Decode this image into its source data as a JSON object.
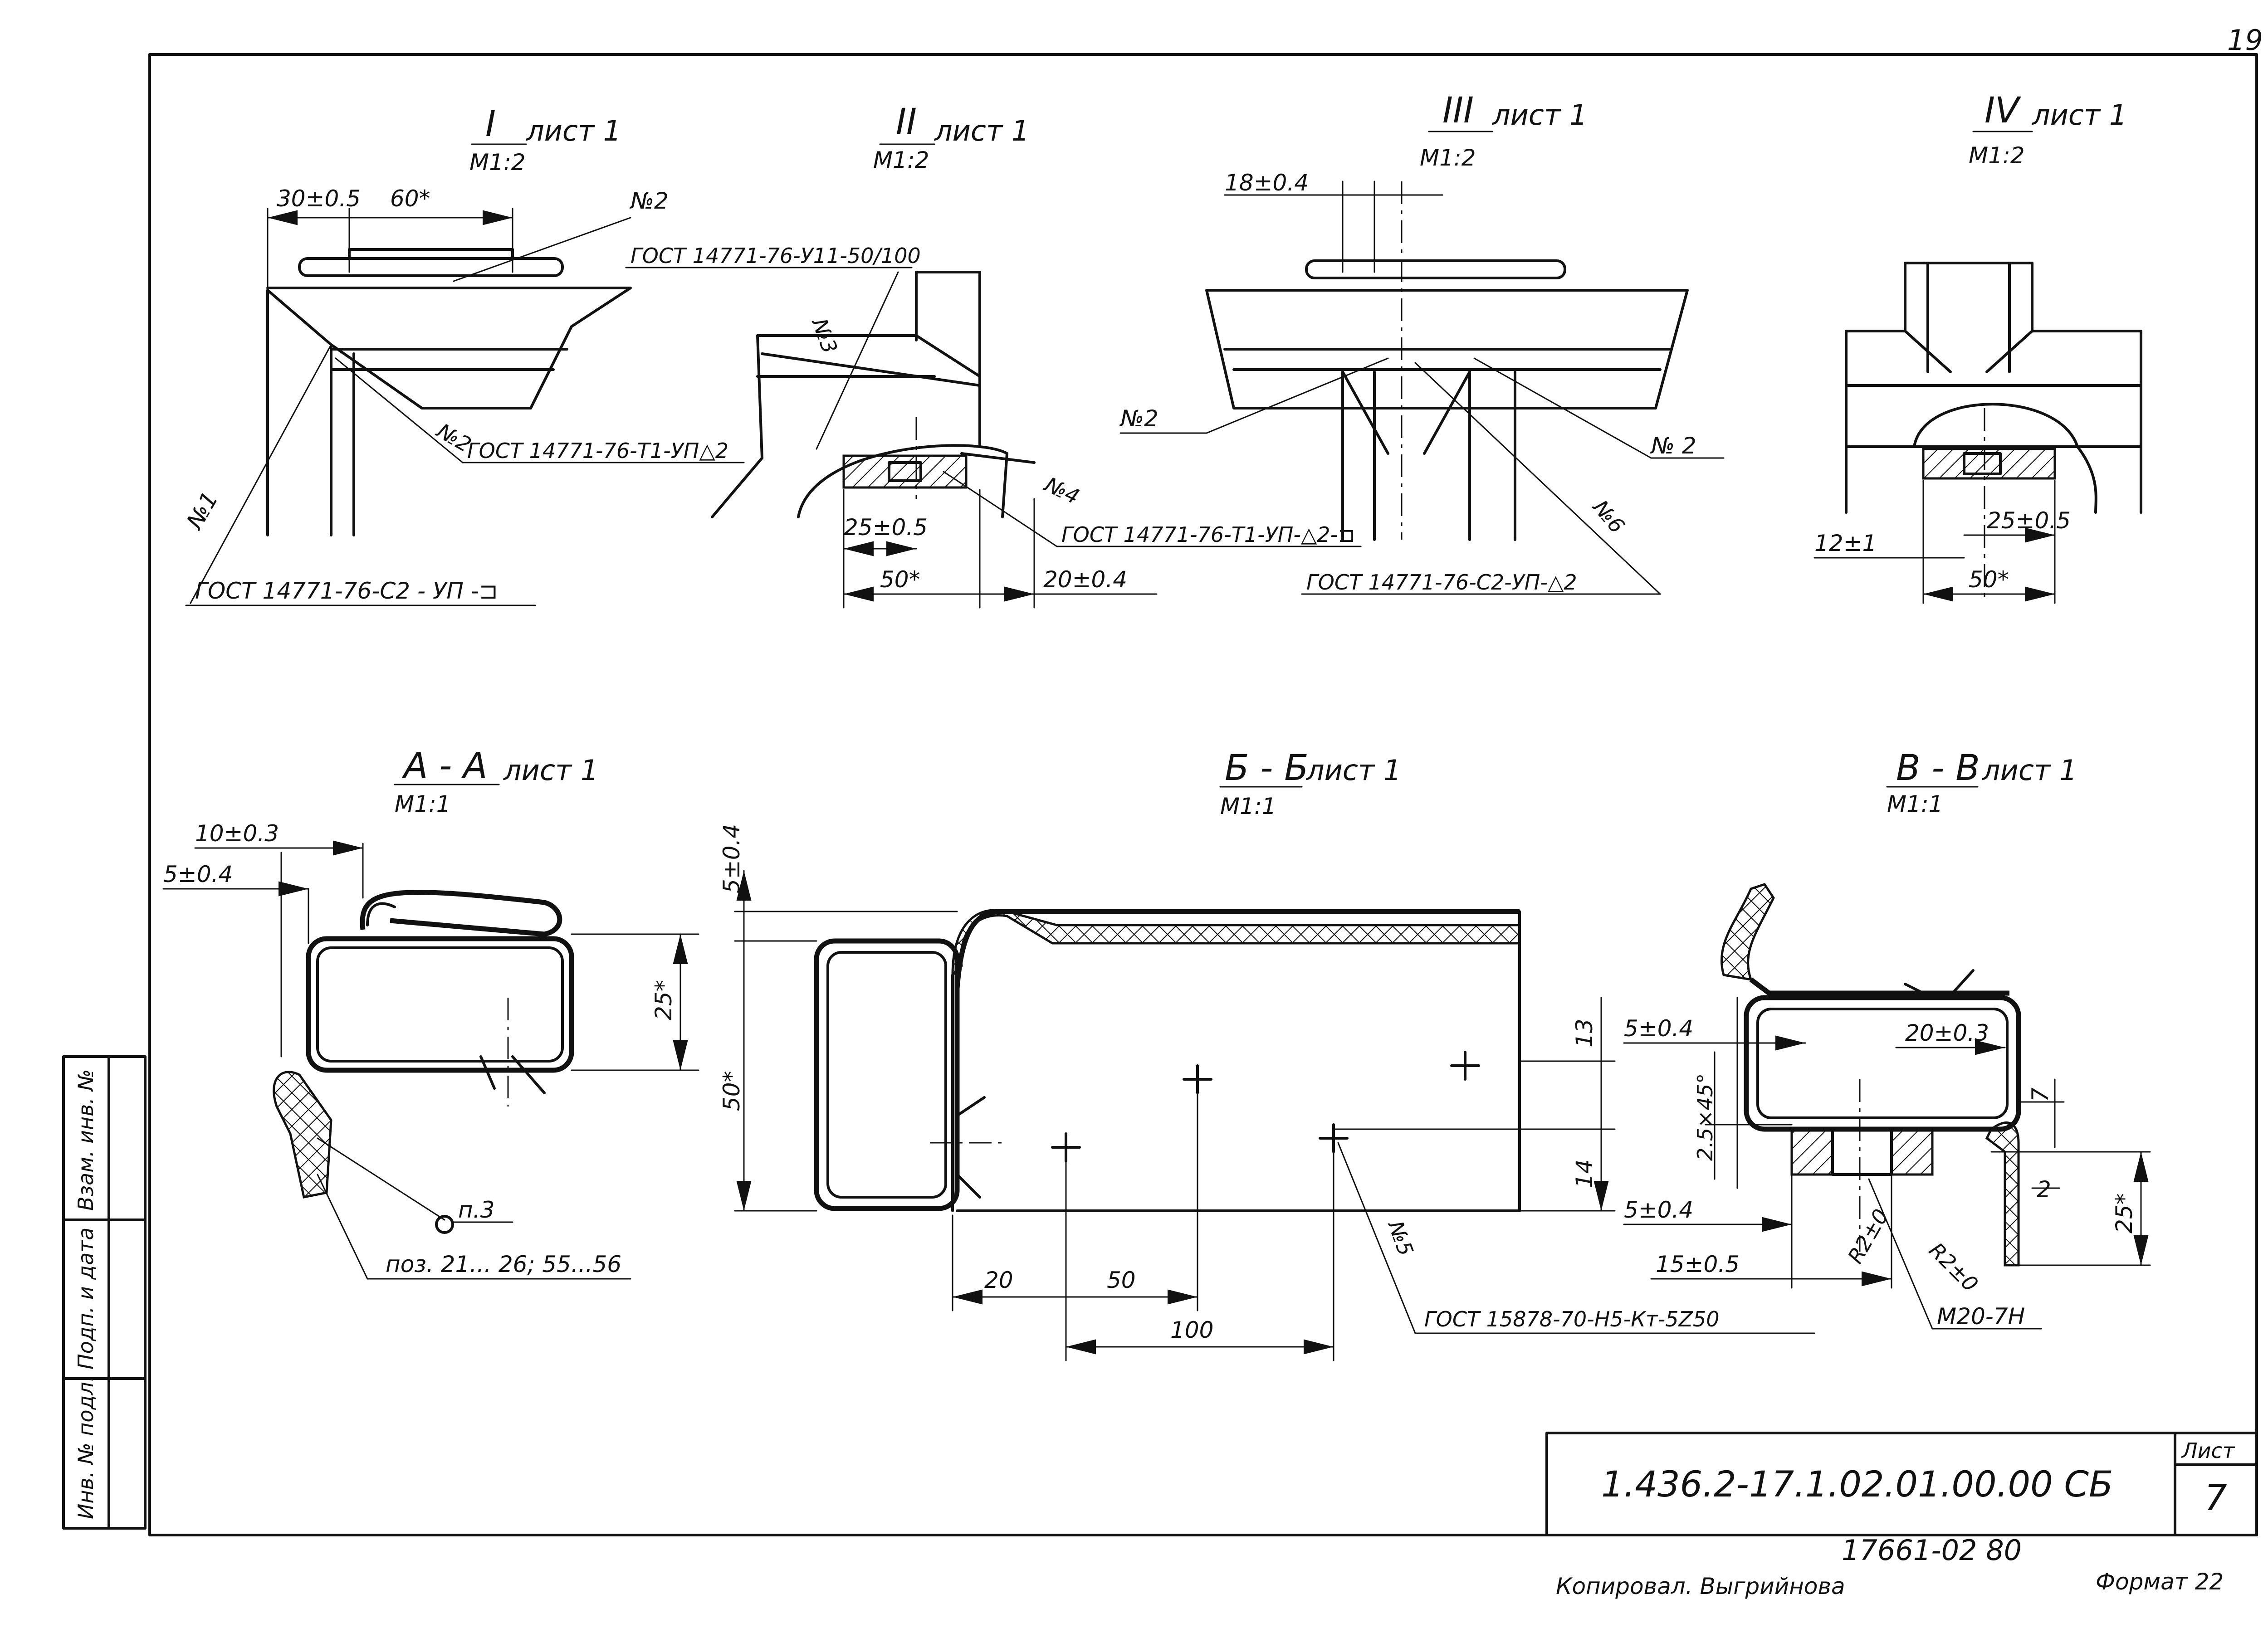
{
  "page_number": "19",
  "views": {
    "I": {
      "numeral": "I",
      "sheet": "лист 1",
      "scale": "M1:2"
    },
    "II": {
      "numeral": "II",
      "sheet": "лист 1",
      "scale": "M1:2"
    },
    "III": {
      "numeral": "III",
      "sheet": "лист 1",
      "scale": "M1:2"
    },
    "IV": {
      "numeral": "IV",
      "sheet": "лист 1",
      "scale": "M1:2"
    }
  },
  "sections": {
    "AA": {
      "label": "A - A",
      "sheet": "лист 1",
      "scale": "M1:1"
    },
    "BB": {
      "label": "Б - Б",
      "sheet": "лист 1",
      "scale": "M1:1"
    },
    "VV": {
      "label": "В - В",
      "sheet": "лист 1",
      "scale": "M1:1"
    }
  },
  "dims": {
    "d30": "30±0.5",
    "d60": "60*",
    "d18": "18±0.4",
    "d25a": "25±0.5",
    "d50a": "50*",
    "d20a": "20±0.4",
    "d12": "12±1",
    "d25b": "25±0.5",
    "d50b": "50*",
    "d10": "10±0.3",
    "d5a": "5±0.4",
    "d25s": "25*",
    "d5b": "5±0.4",
    "d50s": "50*",
    "d13": "13",
    "d14": "14",
    "d20": "20",
    "d50": "50",
    "d100": "100",
    "dv5a": "5±0.4",
    "dv20": "20±0.3",
    "dv25x": "2.5×45°",
    "dv7": "7",
    "dv2": "2",
    "dv25s": "25*",
    "dv5b": "5±0.4",
    "dv15": "15±0.5",
    "dvR1": "R2±0",
    "dvR2": "R2±0",
    "dvM20": "M20-7H"
  },
  "welds": {
    "n1": "№1",
    "n2a": "№2",
    "n2b": "№2",
    "n2c": "№2",
    "n2d": "№ 2",
    "n3": "№3",
    "n4": "№4",
    "n5": "№5",
    "n6": "№6"
  },
  "standards": {
    "s1": "ГОСТ 14771-76-У11-50/100",
    "s2": "ГОСТ 14771-76-Т1-УП△2",
    "s3": "ГОСТ 14771-76-С2 - УП -⊐",
    "s4": "ГОСТ 14771-76-Т1-УП-△2-⊐",
    "s5": "ГОСТ 14771-76-С2-УП-△2",
    "s6": "ГОСТ 15878-70-Н5-Кт-5Z50"
  },
  "notes": {
    "p3": "п.3",
    "pos": "поз. 21... 26; 55...56"
  },
  "title_block": {
    "doc_code": "1.436.2-17.1.02.01.00.00 СБ",
    "sheet_label": "Лист",
    "sheet_no": "7",
    "archive_no": "17661-02 80"
  },
  "side_stamp": [
    "Инв. № подл.",
    "Подп. и дата",
    "Взам. инв. №"
  ],
  "footer": {
    "copied": "Копировал. Выгрийнова",
    "format": "Формат 22"
  }
}
